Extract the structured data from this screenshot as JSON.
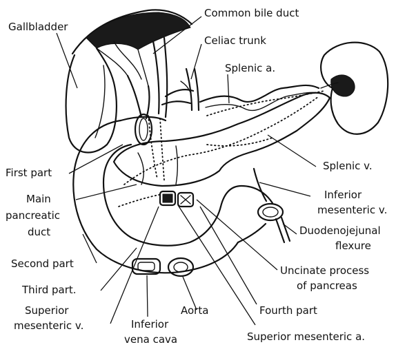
{
  "labels": {
    "gallbladder": "Gallbladder",
    "common_bile_duct": "Common bile duct",
    "celiac_trunk": "Celiac trunk",
    "splenic_a": "Splenic a.",
    "first_part": "First part",
    "splenic_v": "Splenic v.",
    "main_pancreatic_duct": [
      "Main",
      "pancreatic",
      "duct"
    ],
    "inferior_mesenteric_v": [
      "Inferior",
      "mesenteric v."
    ],
    "duodenojejunal_flexure": [
      "Duodenojejunal",
      "flexure"
    ],
    "second_part": "Second part",
    "uncinate_process": [
      "Uncinate process",
      "of pancreas"
    ],
    "third_part": "Third part.",
    "superior_mesenteric_v": [
      "Superior",
      "mesenteric v."
    ],
    "aorta": "Aorta",
    "fourth_part": "Fourth part",
    "inferior_vena_cava": [
      "Inferior",
      "vena cava"
    ],
    "superior_mesenteric_a": "Superior mesenteric a."
  }
}
